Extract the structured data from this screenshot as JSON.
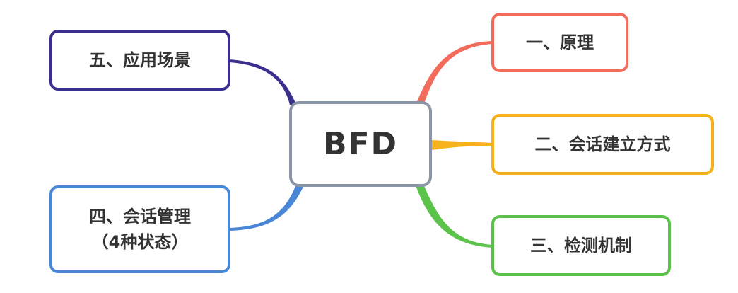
{
  "root": {
    "label": "BFD",
    "border_color": "#8a95a5"
  },
  "branches": [
    {
      "id": "principle",
      "label": "一、原理",
      "color": "#f26b5b"
    },
    {
      "id": "session-setup",
      "label": "二、会话建立方式",
      "color": "#f6b21b"
    },
    {
      "id": "detection",
      "label": "三、检测机制",
      "color": "#5cc34a"
    },
    {
      "id": "session-mgmt",
      "label": "四、会话管理\n（4种状态）",
      "color": "#4a86d6"
    },
    {
      "id": "scenarios",
      "label": "五、应用场景",
      "color": "#3a2f8f"
    }
  ]
}
